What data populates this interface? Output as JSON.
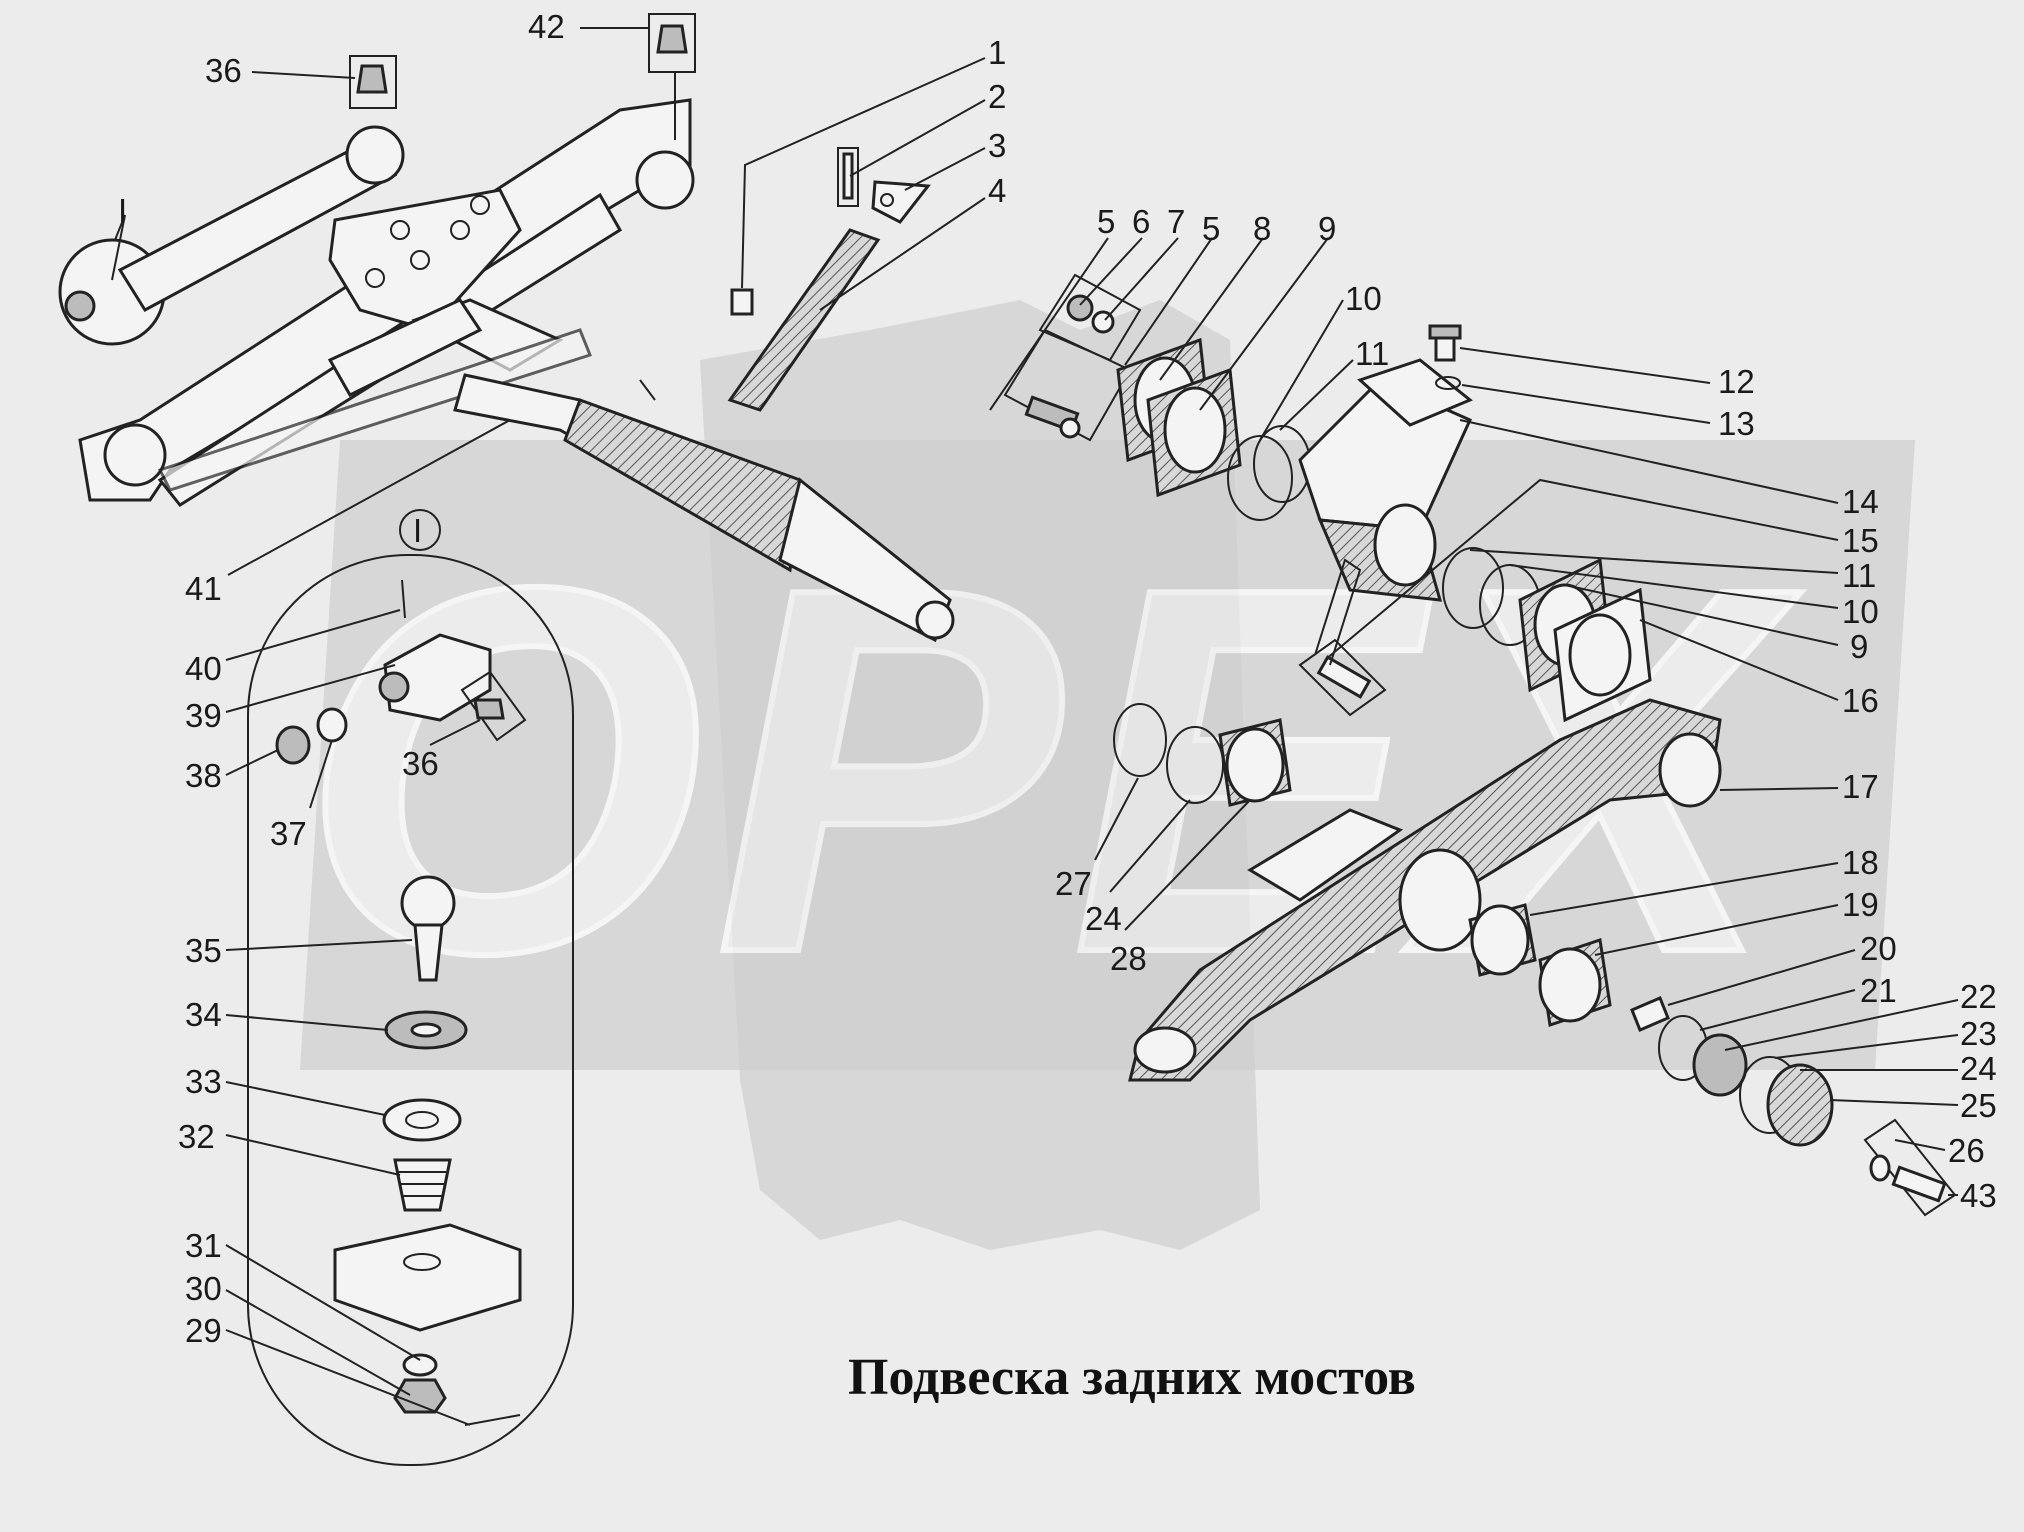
{
  "title": "Подвеска задних мостов",
  "watermark": "ОРЕХ",
  "detail_view_label": "I",
  "section_mark": "I",
  "callouts": [
    "42",
    "36",
    "1",
    "2",
    "3",
    "4",
    "5",
    "6",
    "7",
    "5",
    "8",
    "9",
    "10",
    "11",
    "12",
    "13",
    "14",
    "15",
    "11",
    "10",
    "9",
    "16",
    "17",
    "18",
    "19",
    "20",
    "21",
    "22",
    "23",
    "24",
    "25",
    "26",
    "43",
    "41",
    "40",
    "39",
    "38",
    "37",
    "36",
    "27",
    "24",
    "28",
    "35",
    "34",
    "33",
    "32",
    "31",
    "30",
    "29"
  ]
}
